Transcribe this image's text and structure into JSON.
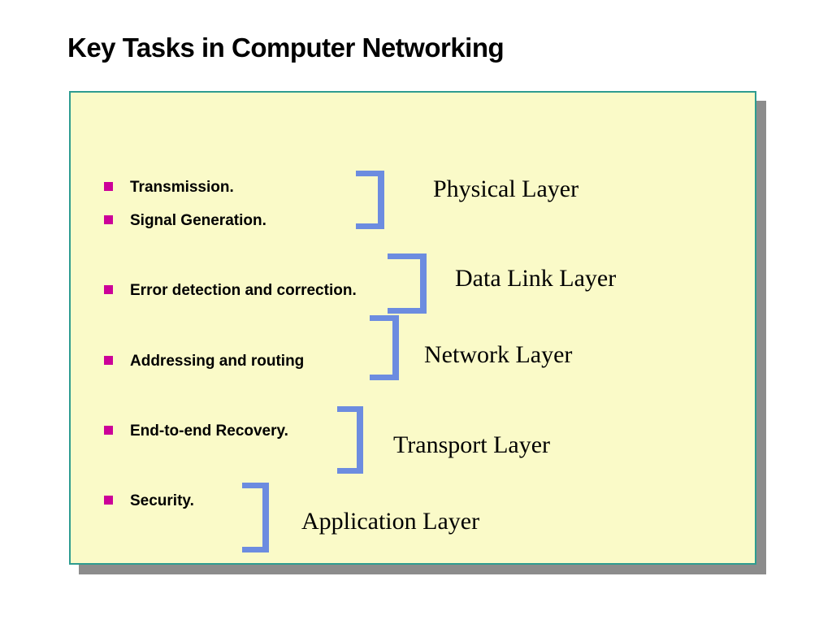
{
  "slide": {
    "title": "Key Tasks in Computer Networking",
    "tasks": [
      "Transmission.",
      "Signal Generation.",
      "Error detection and correction.",
      "Addressing and routing",
      "End-to-end Recovery.",
      "Security."
    ],
    "layers": [
      "Physical Layer",
      "Data Link Layer",
      "Network Layer",
      "Transport Layer",
      "Application Layer"
    ],
    "colors": {
      "panel_fill": "#FAFAC8",
      "panel_border": "#2E9C90",
      "panel_shadow": "#8C8C8C",
      "bullet": "#CC0099",
      "bracket": "#6C8CE0",
      "title_text": "#000000",
      "body_text": "#000000"
    }
  }
}
